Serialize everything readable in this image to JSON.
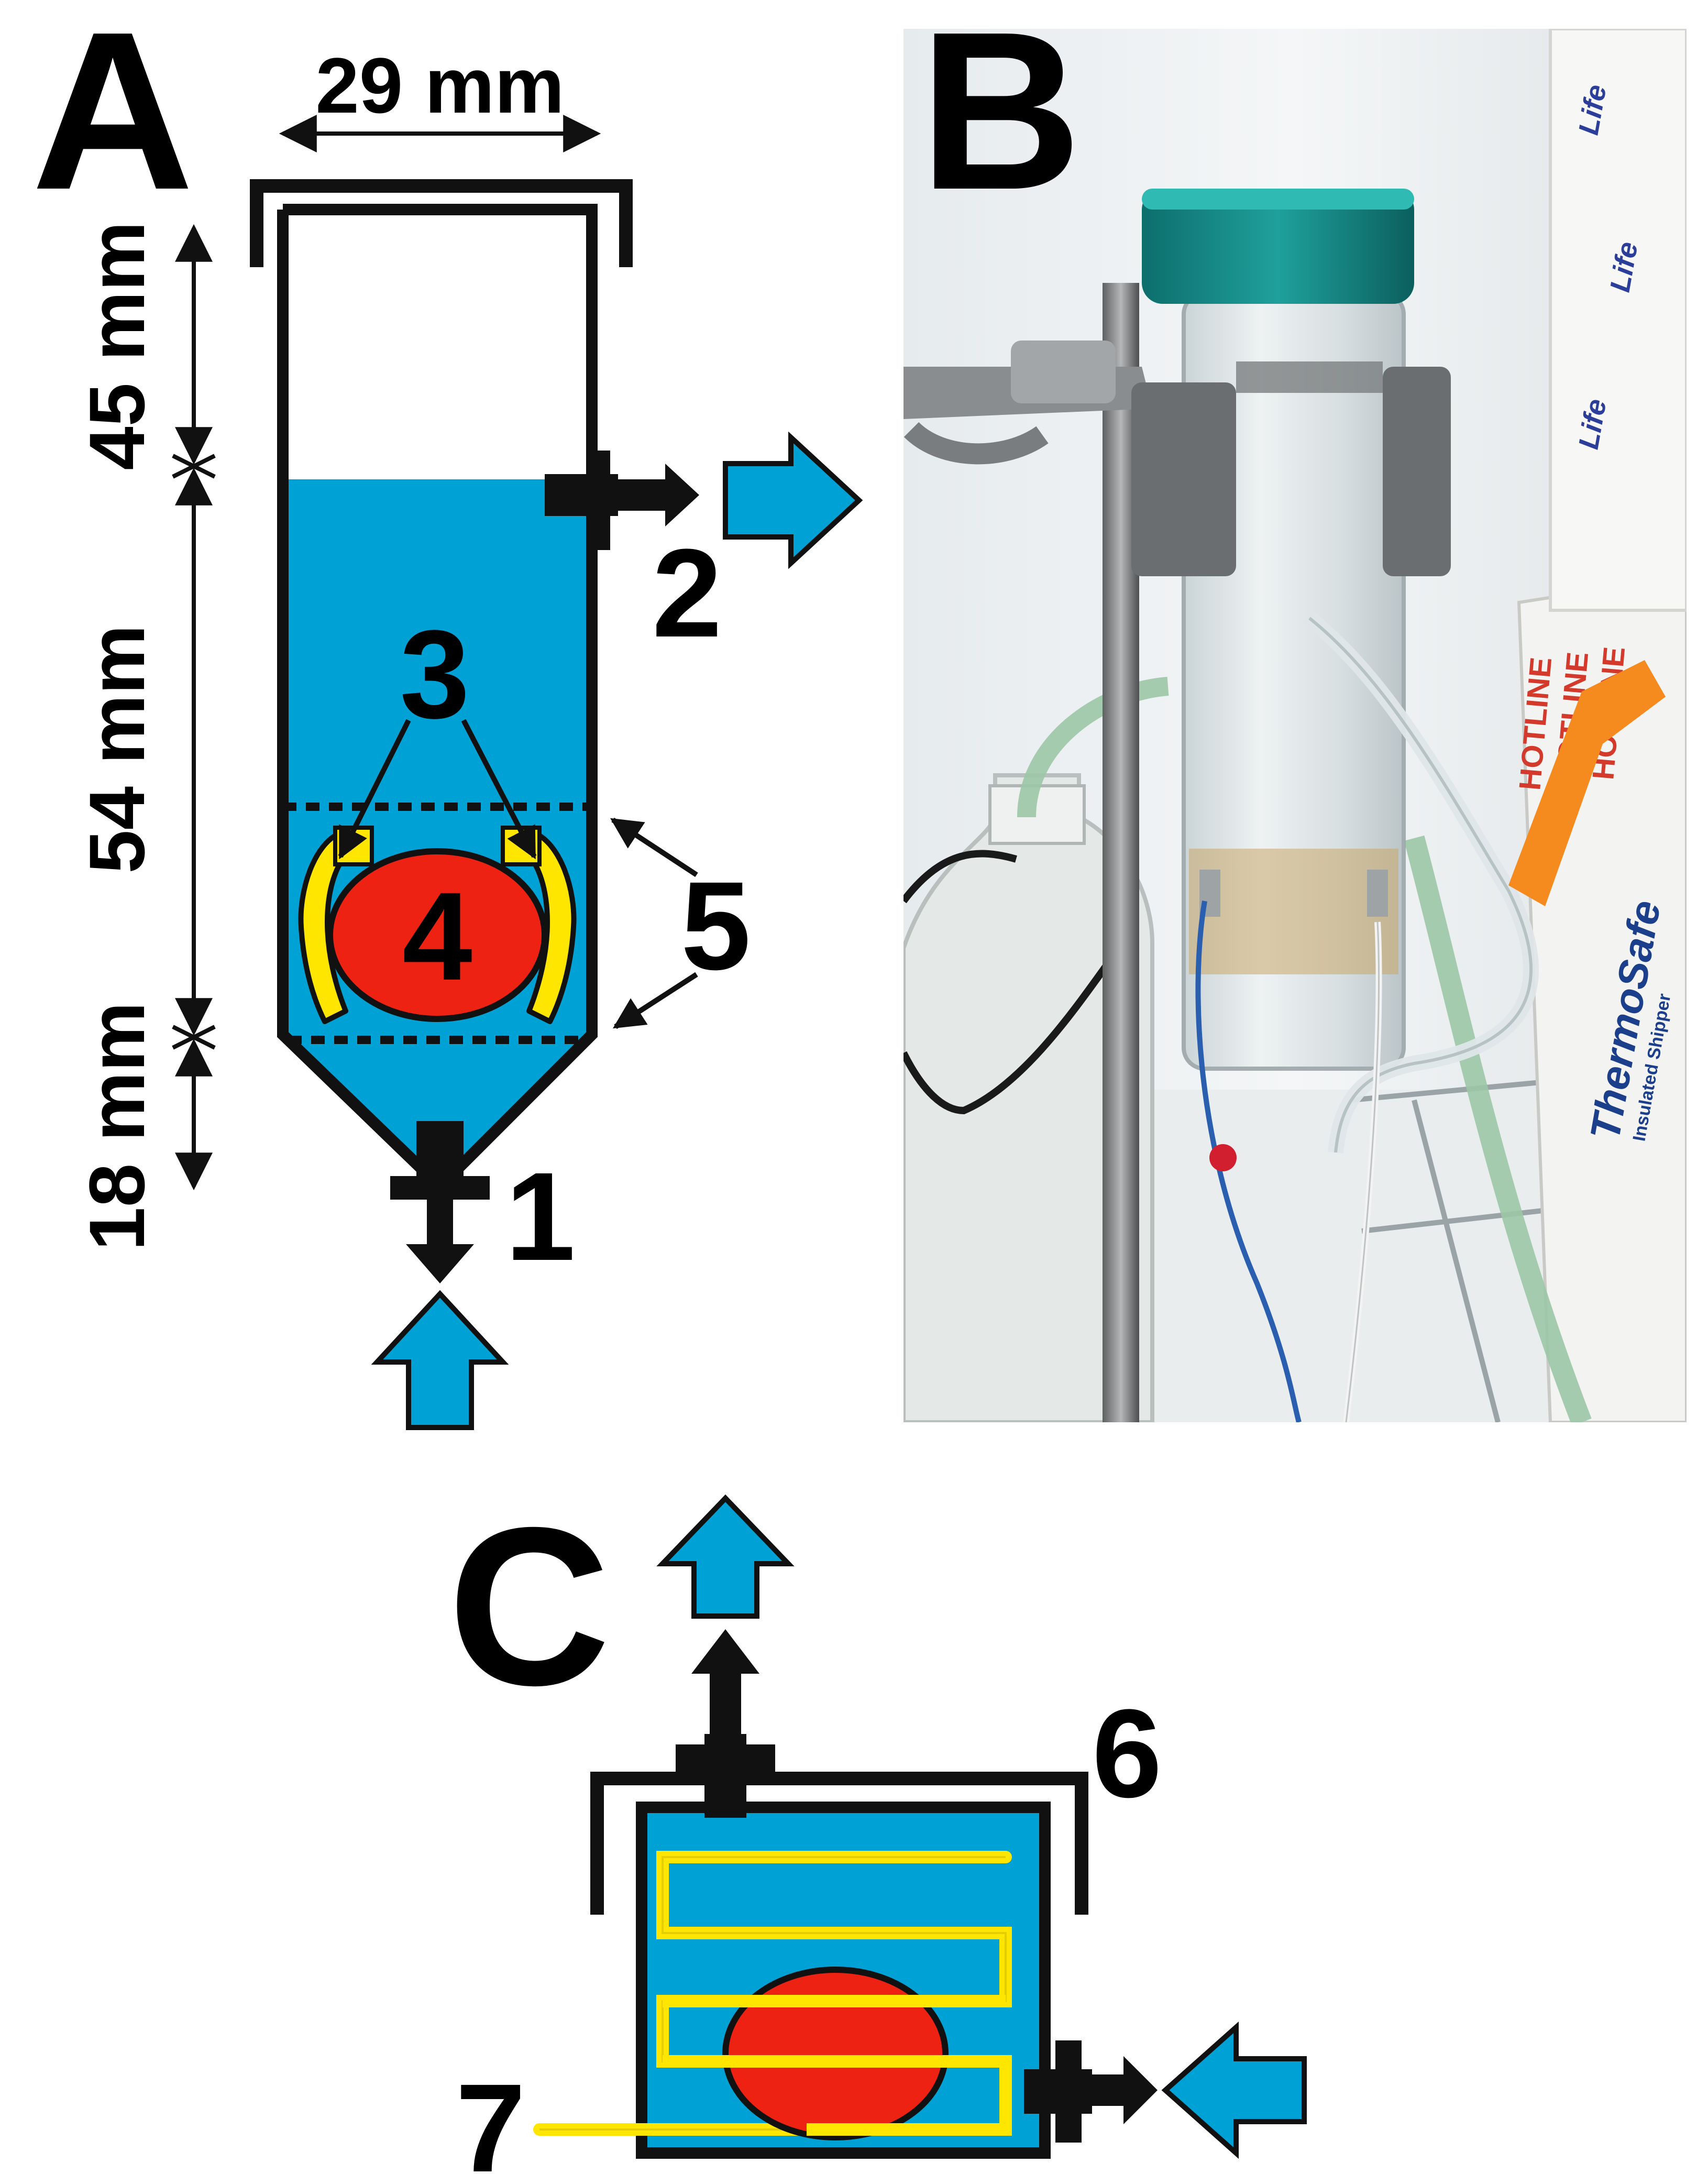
{
  "panels": {
    "a": {
      "letter": "A",
      "dimensions": {
        "width": "29 mm",
        "top_height": "45 mm",
        "middle_height": "54 mm",
        "bottom_height": "18 mm"
      },
      "labels": {
        "l1": "1",
        "l2": "2",
        "l3": "3",
        "l4": "4",
        "l5": "5"
      }
    },
    "b": {
      "letter": "B",
      "photo_text": {
        "box_brand": "ThermoSafe",
        "box_line": "HOTLINE",
        "box_sub": "Insulated Shipper",
        "box_logo": "Life"
      }
    },
    "c": {
      "letter": "C",
      "labels": {
        "l6": "6",
        "l7": "7"
      }
    }
  },
  "colors": {
    "water": "#00a2d6",
    "electrode": "#ed2213",
    "holder": "#ffe600",
    "outline": "#111111"
  },
  "icons": [
    "flow-arrow-icon",
    "port-icon",
    "ruler-arrow-icon"
  ]
}
